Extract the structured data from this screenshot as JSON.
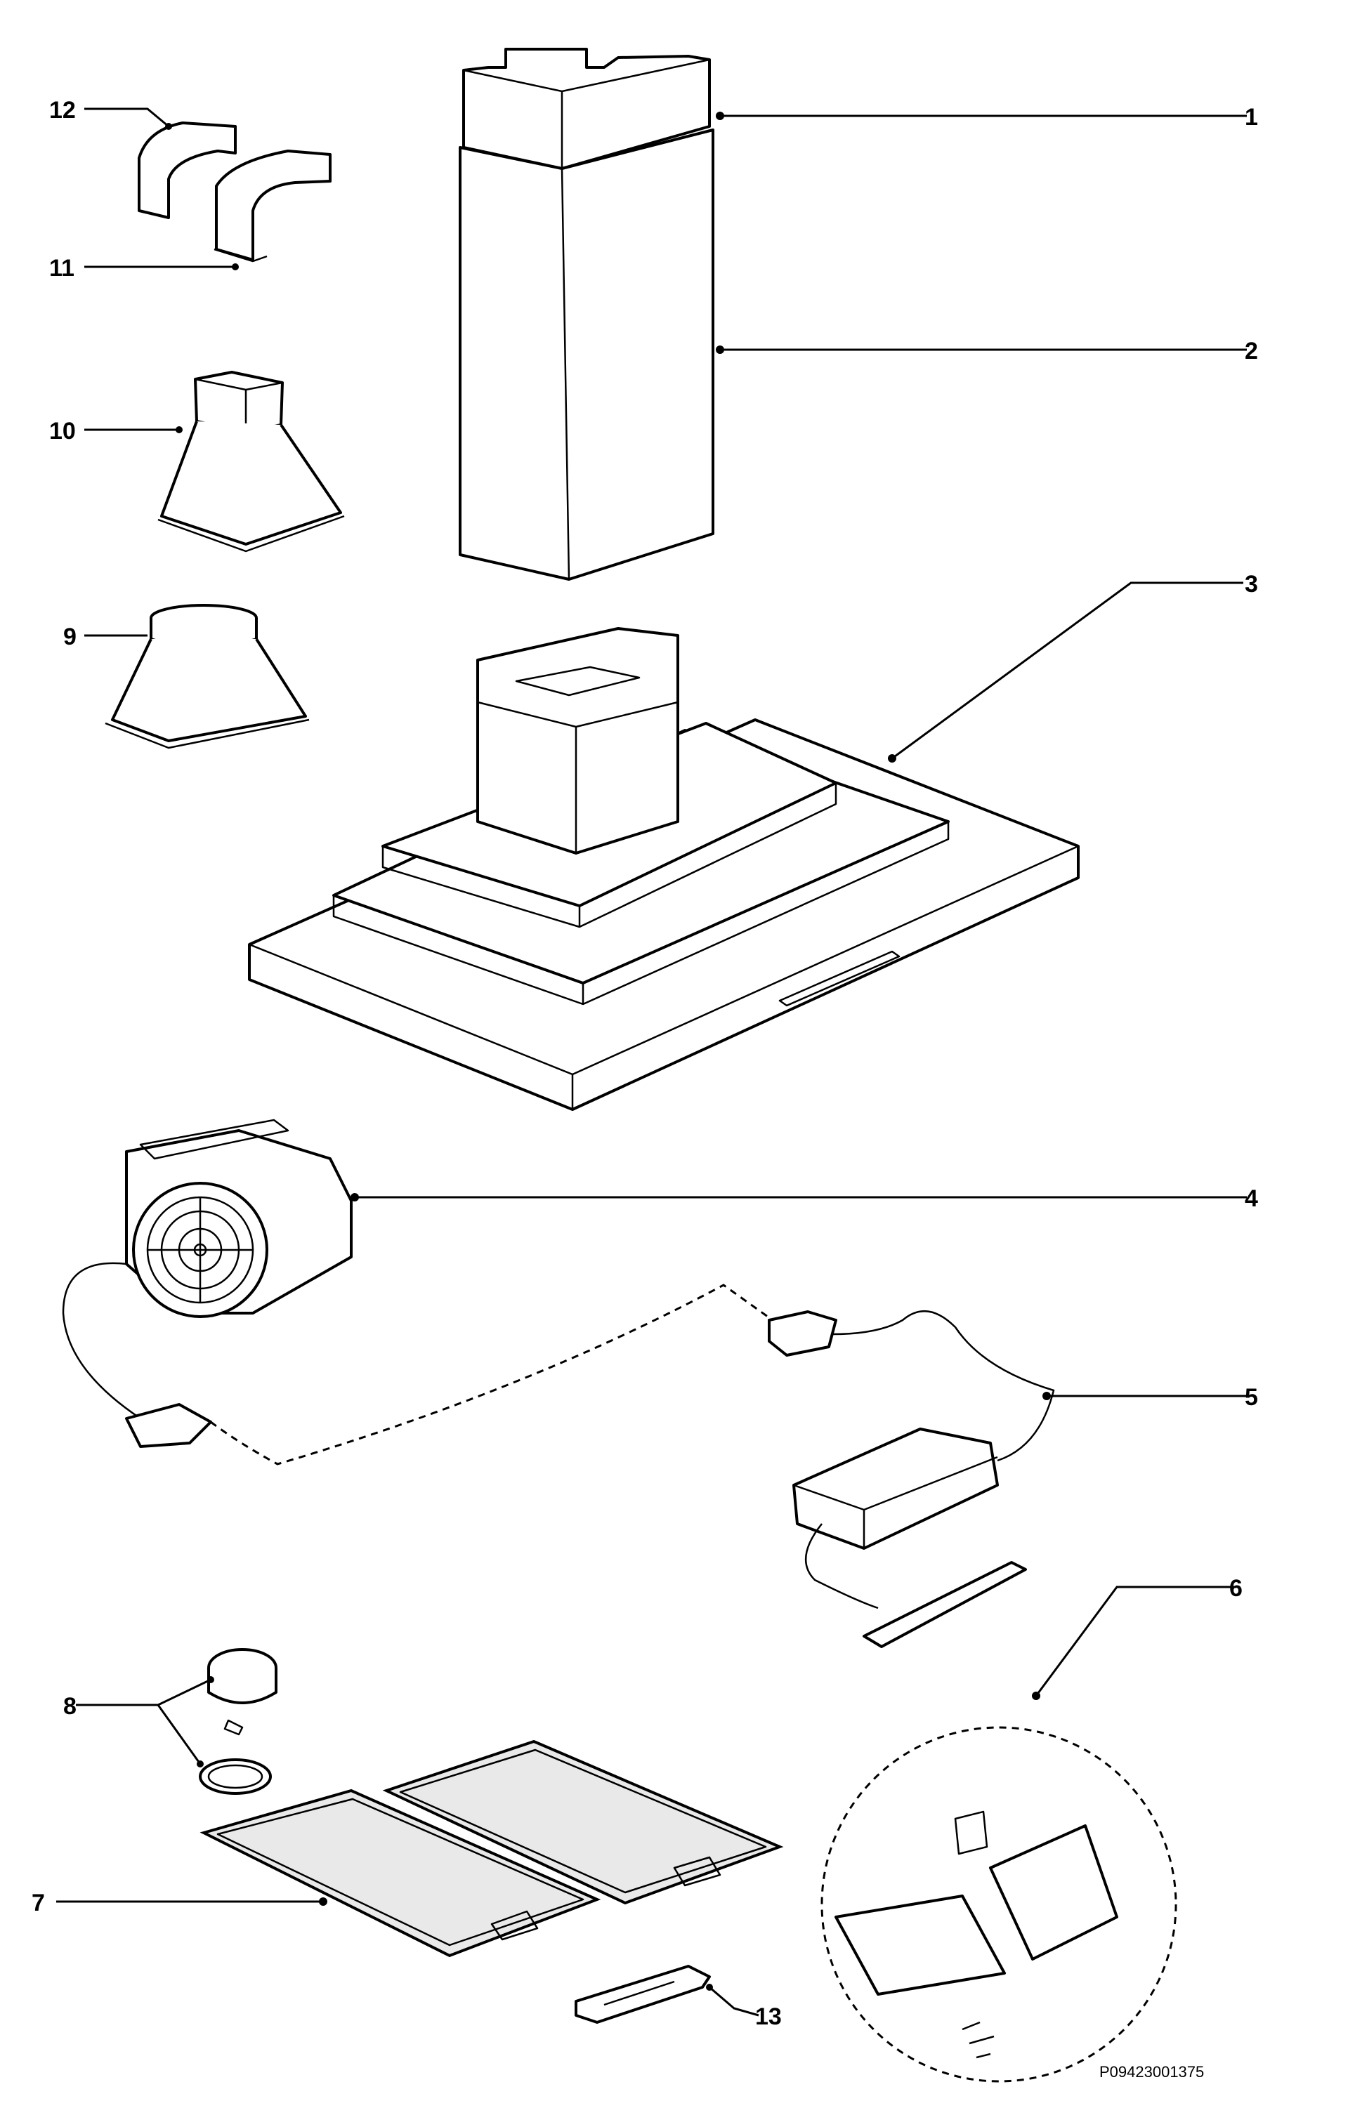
{
  "callouts": [
    {
      "id": "1",
      "text": "1"
    },
    {
      "id": "2",
      "text": "2"
    },
    {
      "id": "3",
      "text": "3"
    },
    {
      "id": "4",
      "text": "4"
    },
    {
      "id": "5",
      "text": "5"
    },
    {
      "id": "6",
      "text": "6"
    },
    {
      "id": "7",
      "text": "7"
    },
    {
      "id": "8",
      "text": "8"
    },
    {
      "id": "9",
      "text": "9"
    },
    {
      "id": "10",
      "text": "10"
    },
    {
      "id": "11",
      "text": "11"
    },
    {
      "id": "12",
      "text": "12"
    },
    {
      "id": "13",
      "text": "13"
    }
  ],
  "drawing_code": "P09423001375"
}
